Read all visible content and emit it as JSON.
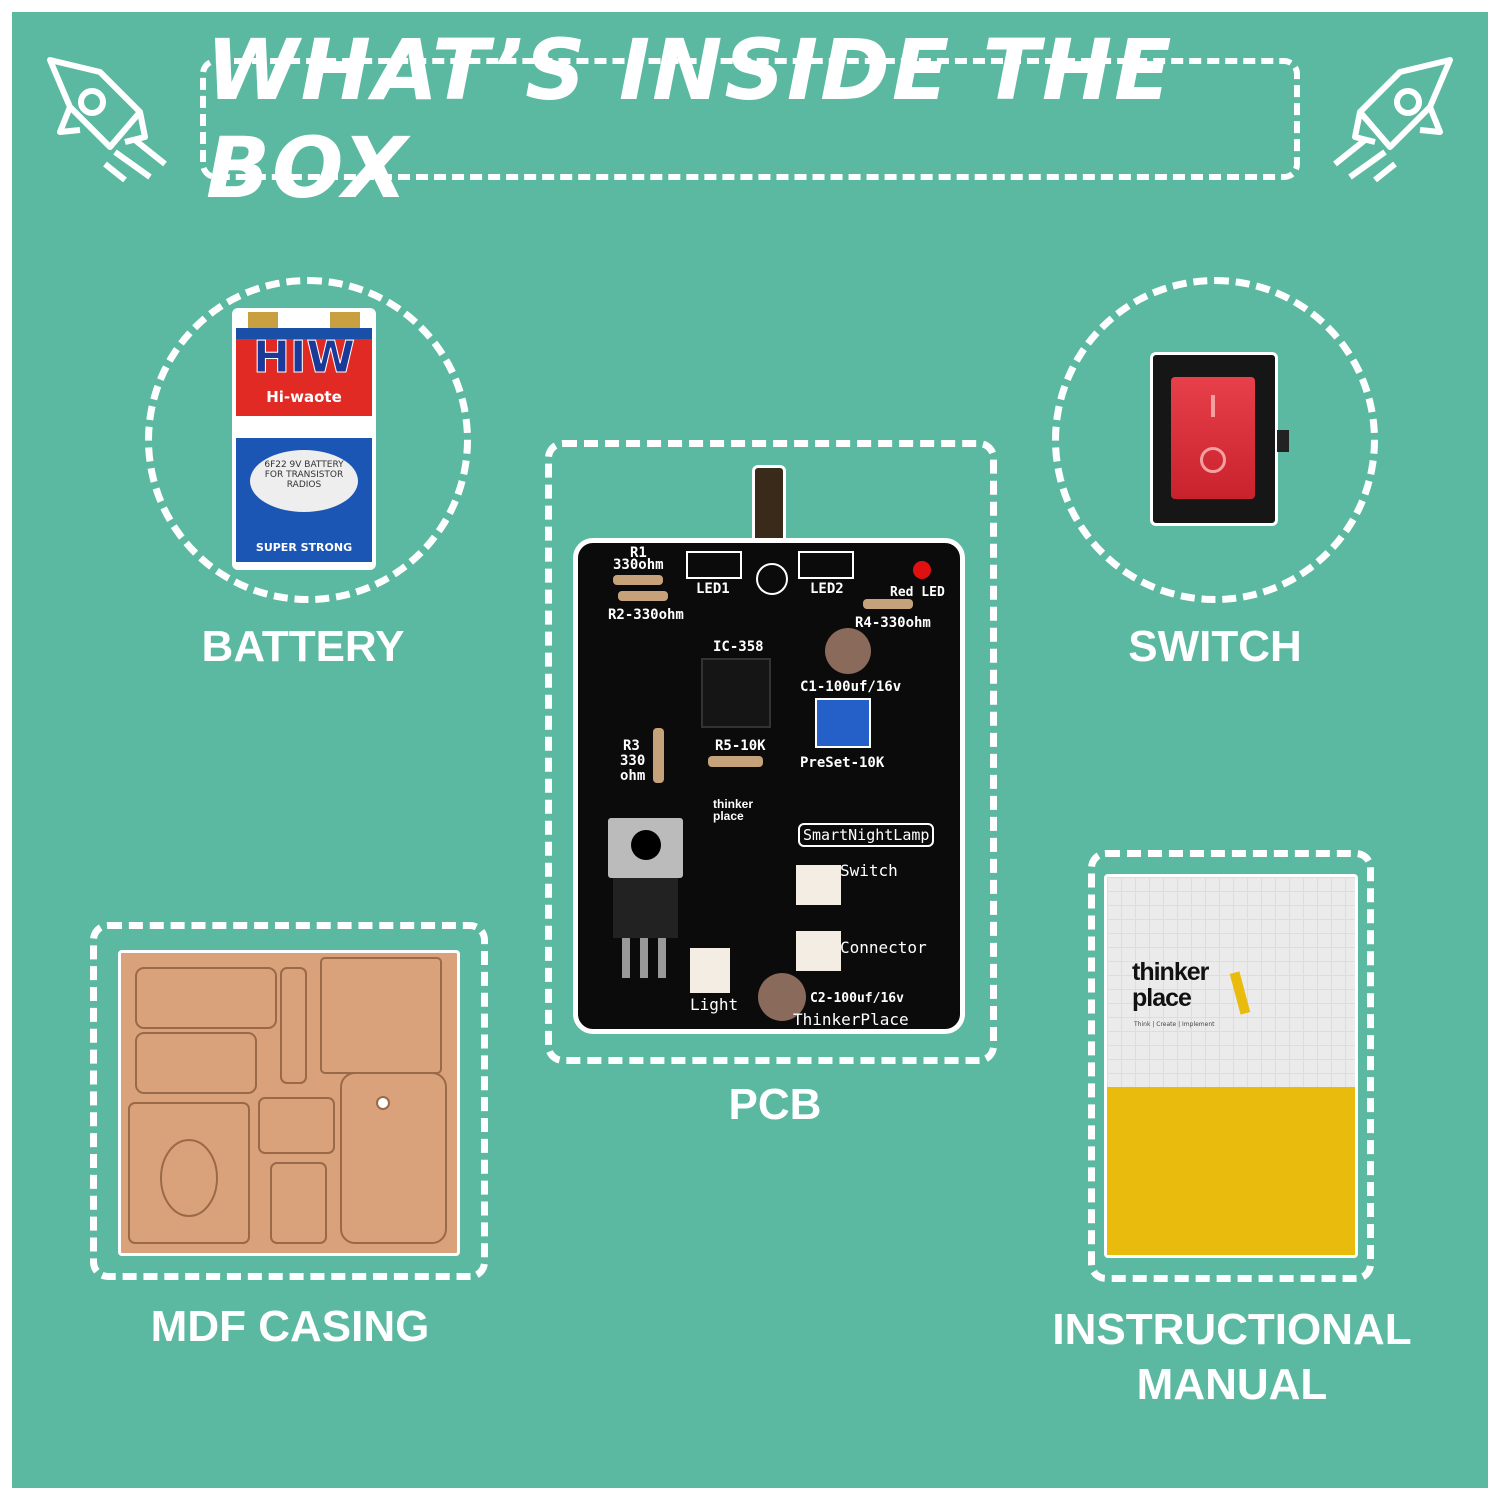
{
  "title": "WHAT’S INSIDE THE BOX",
  "items": {
    "battery": {
      "label": "BATTERY",
      "brand": "HIW",
      "sub": "Hi-waote",
      "badge": "6F22 9V BATTERY FOR TRANSISTOR RADIOS",
      "strip": "SUPER STRONG"
    },
    "switch": {
      "label": "SWITCH"
    },
    "pcb": {
      "label": "PCB",
      "texts": {
        "r1": "R1",
        "r1v": "330ohm",
        "r2": "R2-330ohm",
        "led1": "LED1",
        "led2": "LED2",
        "redled": "Red LED",
        "r4": "R4-330ohm",
        "ic": "IC-358",
        "c1": "C1-100uf/16v",
        "r3": "R3",
        "r3v": "330",
        "r3u": "ohm",
        "r5": "R5-10K",
        "preset": "PreSet-10K",
        "logo1": "thinker",
        "logo2": "place",
        "name": "SmartNightLamp",
        "sw": "Switch",
        "conn": "Connector",
        "light": "Light",
        "c2": "C2-100uf/16v",
        "brand": "ThinkerPlace"
      }
    },
    "mdf": {
      "label": "MDF CASING"
    },
    "manual": {
      "label1": "INSTRUCTIONAL",
      "label2": "MANUAL",
      "brand1": "thinker",
      "brand2": "place",
      "tagline": "Think | Create | Implement"
    }
  },
  "colors": {
    "background": "#5bb9a1",
    "pcb": "#0b0b0b",
    "mdf": "#d9a27a",
    "manual_yellow": "#e9bb0c"
  }
}
